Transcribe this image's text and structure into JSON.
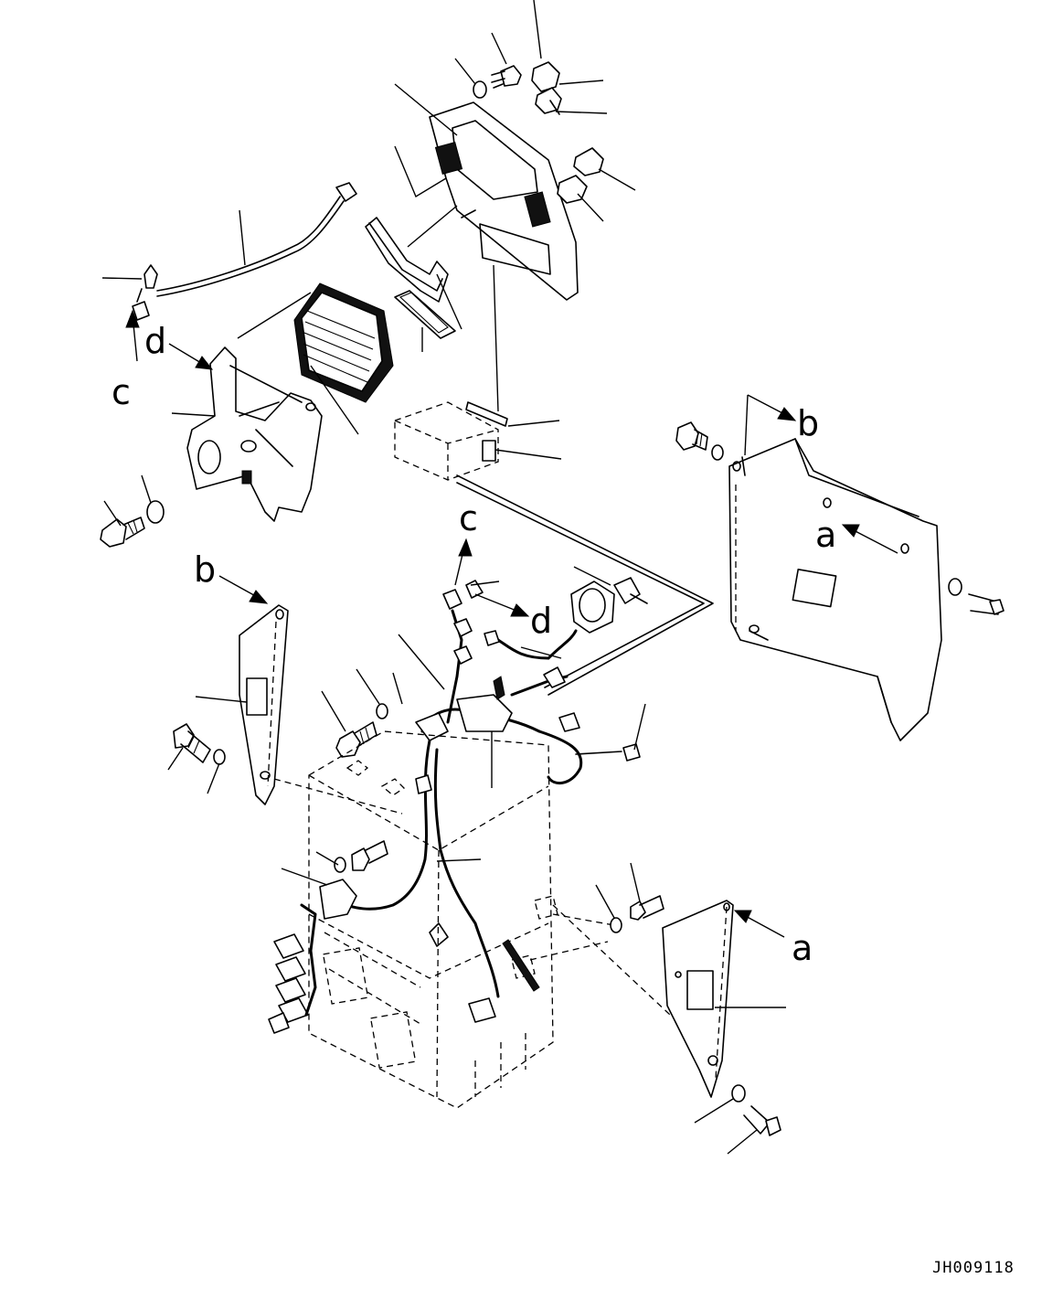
{
  "drawing_id": "JH009118",
  "view_labels": {
    "a_upper": "a",
    "a_lower": "a",
    "b_upper": "b",
    "b_lower": "b",
    "c_upper": "c",
    "c_lower": "c",
    "d_upper": "d",
    "d_lower": "d"
  }
}
